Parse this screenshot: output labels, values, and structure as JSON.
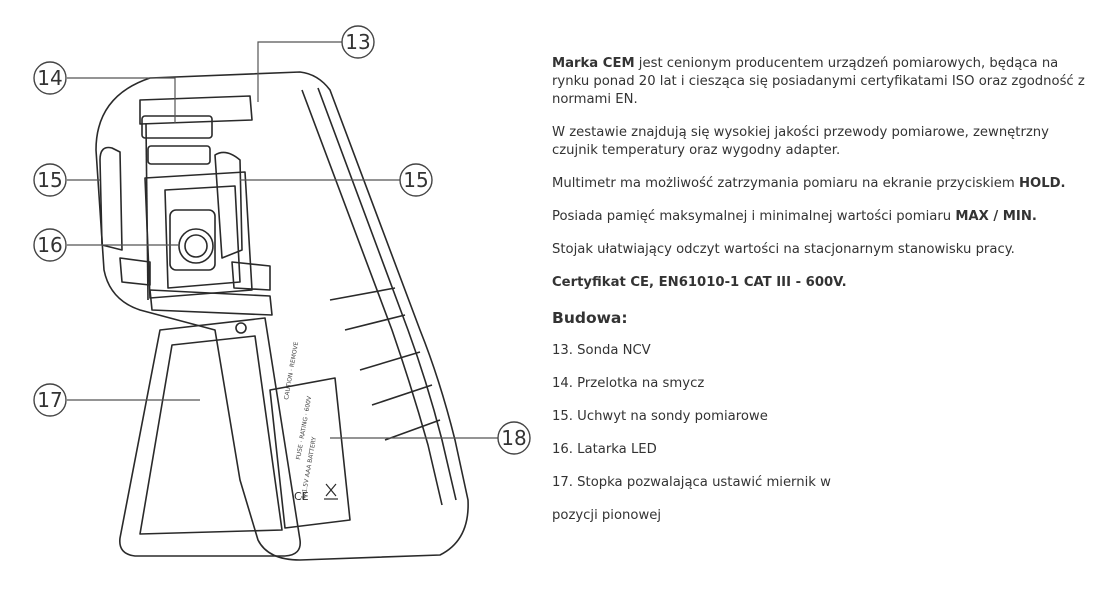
{
  "figure": {
    "callouts": [
      "13",
      "14",
      "15",
      "15",
      "16",
      "17",
      "18"
    ],
    "device_labels": {
      "ce_mark": "CE",
      "battery_text": "4x1.5V AAA BATTERY"
    }
  },
  "text": {
    "para1": {
      "brand": "Marka CEM",
      "rest": " jest cenionym producentem urządzeń pomiarowych, będąca na rynku ponad 20 lat i ciesząca się posiadanymi certyfikatami ISO oraz zgodność z normami EN."
    },
    "para2": "W zestawie znajdują się wysokiej jakości przewody pomiarowe, zewnętrzny czujnik temperatury oraz wygodny adapter.",
    "para3": {
      "text": "Multimetr ma możliwość zatrzymania pomiaru na ekranie przyciskiem ",
      "bold": "HOLD."
    },
    "para4": {
      "text": "Posiada pamięć maksymalnej i minimalnej wartości pomiaru ",
      "bold": "MAX / MIN."
    },
    "para5": "Stojak ułatwiający odczyt wartości na stacjonarnym stanowisku pracy.",
    "para6": "Certyfikat CE, EN61010-1 CAT III - 600V.",
    "heading": "Budowa:",
    "items": [
      "13. Sonda NCV",
      "14. Przelotka na smycz",
      "15. Uchwyt na sondy pomiarowe",
      "16. Latarka LED",
      "17. Stopka pozwalająca ustawić miernik w",
      "pozycji pionowej"
    ]
  }
}
